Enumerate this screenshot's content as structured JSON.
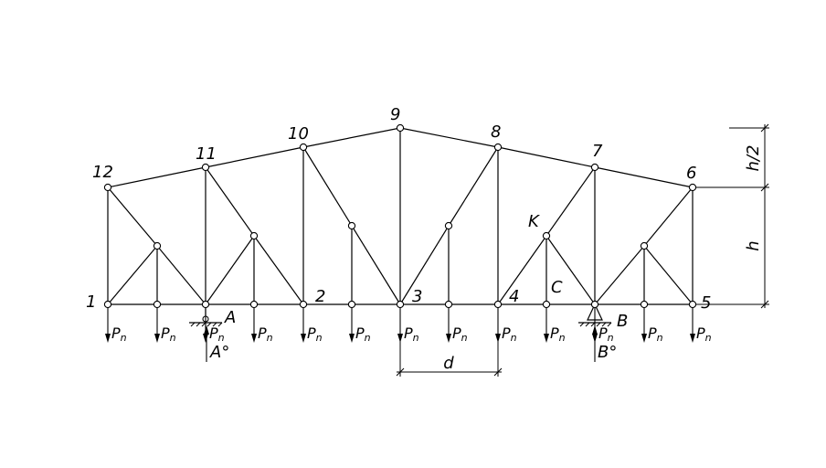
{
  "node_labels": {
    "n1": "1",
    "n2": "2",
    "n3": "3",
    "n4": "4",
    "n5": "5",
    "n6": "6",
    "n7": "7",
    "n8": "8",
    "n9": "9",
    "n10": "10",
    "n11": "11",
    "n12": "12",
    "K": "K",
    "C": "C",
    "A": "A",
    "B": "B"
  },
  "load": {
    "symbol": "P",
    "subscript": "n",
    "count": 13
  },
  "reactions": {
    "A": {
      "symbol": "A",
      "suffix": "°"
    },
    "B": {
      "symbol": "B",
      "suffix": "°"
    }
  },
  "dimensions": {
    "d": "d",
    "h": "h",
    "h_half": "h/2"
  }
}
